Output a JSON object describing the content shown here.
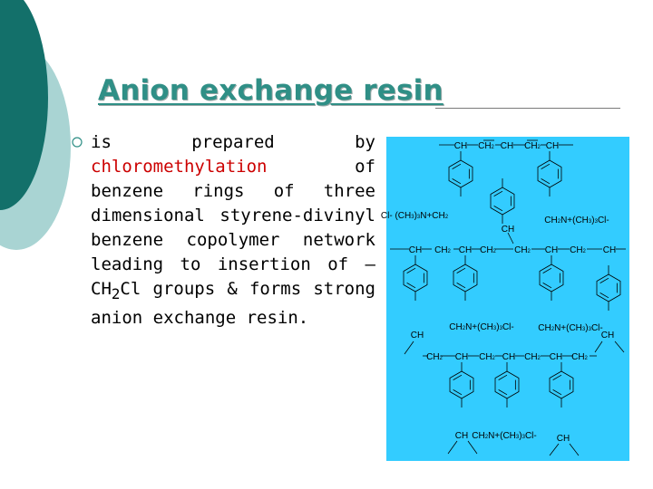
{
  "slide": {
    "title": "Anion exchange resin",
    "paragraph": {
      "part1": "is prepared by ",
      "highlight": "chloromethylation",
      "part2": " of benzene rings of three dimensional styrene-divinyl benzene copolymer network leading to insertion of –CH",
      "sub1": "2",
      "part3": "Cl groups & forms strong anion exchange resin."
    },
    "highlight_color": "#cc0000",
    "title_color": "#2f8f86",
    "structure_background": "#33ccff"
  },
  "structure": {
    "ch": "CH",
    "ch2": "CH2",
    "qa_right": "CH2N+(CH3)3Cl-",
    "qa_left": "Cl- (CH3)3N+CH2"
  }
}
